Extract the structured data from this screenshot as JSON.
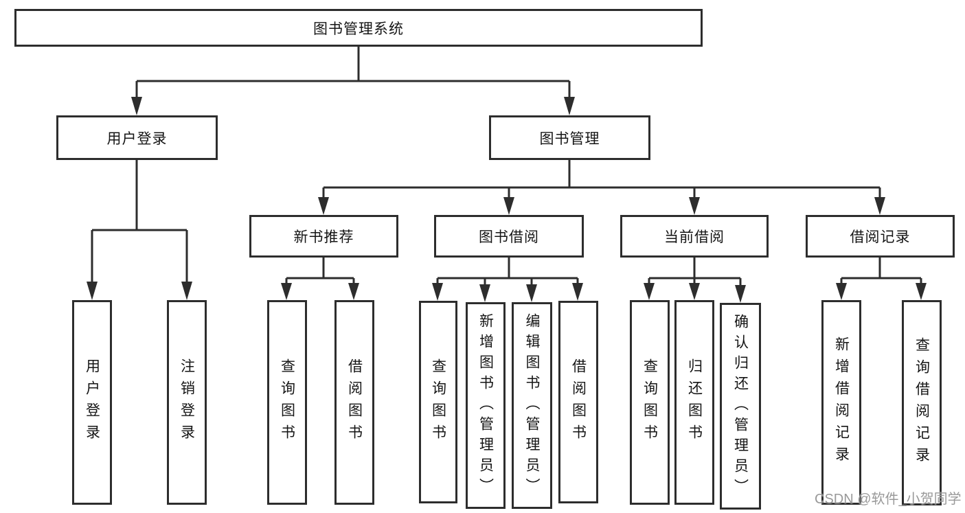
{
  "diagram": {
    "title": "图书管理系统",
    "root": {
      "label": "图书管理系统"
    },
    "level2": {
      "user_login": {
        "label": "用户登录"
      },
      "book_management": {
        "label": "图书管理"
      }
    },
    "level3": {
      "new_book_recommend": {
        "label": "新书推荐"
      },
      "book_borrow": {
        "label": "图书借阅"
      },
      "current_borrow": {
        "label": "当前借阅"
      },
      "borrow_records": {
        "label": "借阅记录"
      }
    },
    "leaves": {
      "user_login": [
        "用户登录",
        "注销登录"
      ],
      "new_book_recommend": [
        "查询图书",
        "借阅图书"
      ],
      "book_borrow": [
        "查询图书",
        "新增图书（管理员）",
        "编辑图书（管理员）",
        "借阅图书"
      ],
      "current_borrow": [
        "查询图书",
        "归还图书",
        "确认归还（管理员）"
      ],
      "borrow_records": [
        "新增借阅记录",
        "查询借阅记录"
      ]
    }
  },
  "watermark": "CSDN @软件_小贺同学",
  "colors": {
    "line": "#2d2d2d",
    "box_border": "#2d2d2d",
    "text": "#151515",
    "watermark": "#949494",
    "background": "#ffffff"
  }
}
